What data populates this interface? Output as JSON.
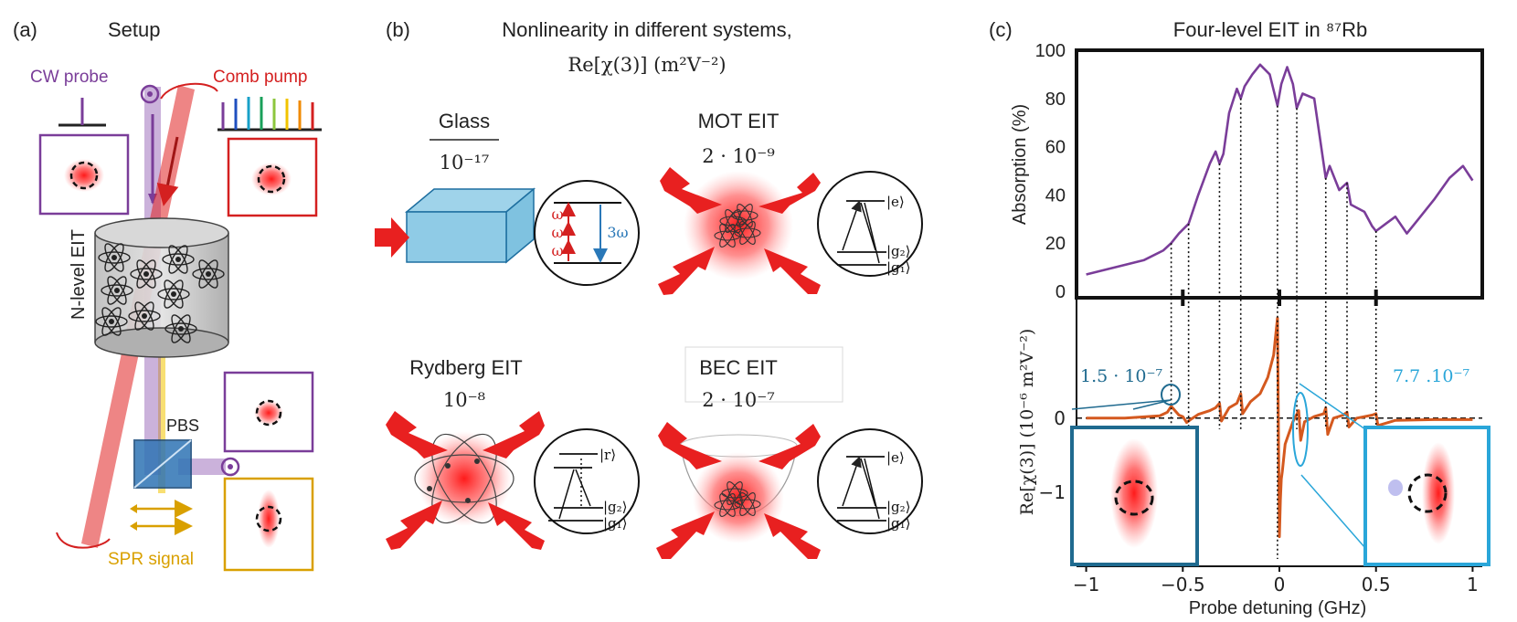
{
  "panel_a": {
    "label": "(a)",
    "title": "Setup",
    "cw_probe": "CW probe",
    "comb_pump": "Comb pump",
    "cell_label": "N-level EIT",
    "pbs": "PBS",
    "spr_signal": "SPR signal"
  },
  "panel_b": {
    "label": "(b)",
    "title_line1": "Nonlinearity in different systems,",
    "title_line2": "Re[χ(3)] (m²V⁻²)",
    "systems": [
      {
        "name": "Glass",
        "value": "10⁻¹⁷"
      },
      {
        "name": "MOT EIT",
        "value": "2 · 10⁻⁹"
      },
      {
        "name": "Rydberg EIT",
        "value": "10⁻⁸"
      },
      {
        "name": "BEC EIT",
        "value": "2 · 10⁻⁷"
      }
    ],
    "glass_levels": {
      "omega": "ω",
      "three_omega": "3ω"
    },
    "states": {
      "e": "|e⟩",
      "g1": "|g₁⟩",
      "g2": "|g₂⟩",
      "r": "|r⟩"
    }
  },
  "panel_c": {
    "label": "(c)",
    "title": "Four-level EIT in ⁸⁷Rb",
    "top_ylabel": "Absorption (%)",
    "bottom_ylabel": "Re[χ(3)] (10⁻⁶ m²V⁻²)",
    "xlabel": "Probe detuning (GHz)",
    "annotation_left": "1.5 · 10⁻⁷",
    "annotation_right": "7.7 .10⁻⁷"
  },
  "chart_data": [
    {
      "type": "line",
      "title": "Four-level EIT in ⁸⁷Rb",
      "xlabel": "Probe detuning (GHz)",
      "ylabel": "Absorption (%)",
      "xlim": [
        -1.05,
        1.05
      ],
      "ylim": [
        0,
        100
      ],
      "yticks": [
        0,
        20,
        40,
        60,
        80,
        100
      ],
      "xticks": [
        -0.5,
        0,
        0.5
      ],
      "color": "#7a3d99",
      "x": [
        -1.0,
        -0.9,
        -0.8,
        -0.7,
        -0.6,
        -0.56,
        -0.52,
        -0.47,
        -0.42,
        -0.36,
        -0.33,
        -0.31,
        -0.29,
        -0.26,
        -0.22,
        -0.2,
        -0.18,
        -0.14,
        -0.1,
        -0.05,
        -0.01,
        0.01,
        0.04,
        0.07,
        0.09,
        0.12,
        0.18,
        0.24,
        0.26,
        0.31,
        0.35,
        0.37,
        0.44,
        0.48,
        0.5,
        0.55,
        0.6,
        0.66,
        0.72,
        0.8,
        0.88,
        0.95,
        1.0
      ],
      "y": [
        7,
        9,
        11,
        13,
        17,
        20,
        24,
        28,
        40,
        53,
        58,
        53,
        57,
        74,
        84,
        80,
        85,
        90,
        94,
        90,
        77,
        86,
        93,
        86,
        76,
        82,
        80,
        47,
        52,
        42,
        45,
        36,
        33,
        27,
        25,
        28,
        31,
        24,
        30,
        38,
        47,
        52,
        46
      ],
      "dotted_x": [
        -0.56,
        -0.47,
        -0.31,
        -0.2,
        -0.01,
        0.09,
        0.24,
        0.35,
        0.5
      ]
    },
    {
      "type": "line",
      "xlabel": "Probe detuning (GHz)",
      "ylabel": "Re[χ(3)] (10⁻⁶ m²V⁻²)",
      "xlim": [
        -1.05,
        1.05
      ],
      "ylim": [
        -1.9,
        1.5
      ],
      "yticks": [
        -1,
        0
      ],
      "xticks": [
        -1,
        -0.5,
        0,
        0.5,
        1
      ],
      "color": "#d4591f",
      "x": [
        -1.0,
        -0.8,
        -0.62,
        -0.58,
        -0.56,
        -0.54,
        -0.52,
        -0.5,
        -0.48,
        -0.46,
        -0.42,
        -0.36,
        -0.33,
        -0.31,
        -0.3,
        -0.26,
        -0.22,
        -0.2,
        -0.19,
        -0.15,
        -0.1,
        -0.06,
        -0.03,
        -0.01,
        0.0,
        0.005,
        0.01,
        0.015,
        0.03,
        0.07,
        0.1,
        0.11,
        0.13,
        0.18,
        0.23,
        0.24,
        0.25,
        0.28,
        0.33,
        0.35,
        0.36,
        0.4,
        0.48,
        0.5,
        0.51,
        0.6,
        0.8,
        1.0
      ],
      "y": [
        0.0,
        0.0,
        0.03,
        0.08,
        0.16,
        0.1,
        0.04,
        0.02,
        -0.06,
        -0.02,
        0.05,
        0.1,
        0.14,
        0.2,
        -0.04,
        0.14,
        0.2,
        0.33,
        0.06,
        0.22,
        0.33,
        0.55,
        0.85,
        1.35,
        -1.6,
        -1.1,
        -0.82,
        -0.72,
        -0.35,
        -0.05,
        0.1,
        -0.3,
        -0.05,
        0.02,
        0.06,
        0.14,
        -0.22,
        0.0,
        0.04,
        0.08,
        -0.12,
        0.0,
        0.04,
        0.06,
        -0.1,
        -0.03,
        -0.02,
        -0.02
      ]
    }
  ]
}
